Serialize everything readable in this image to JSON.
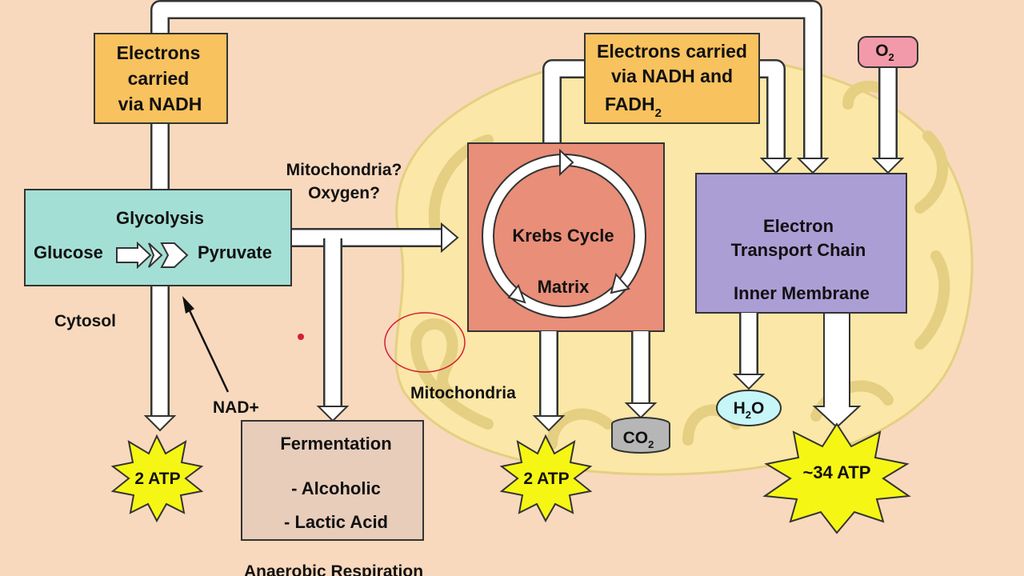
{
  "boxes": {
    "nadh_top": [
      "Electrons",
      "carried",
      "via NADH"
    ],
    "nadh_fadh": {
      "line1": "Electrons carried",
      "line2": "via NADH and",
      "line3_base": "FADH",
      "line3_sub": "2"
    },
    "glycolysis": {
      "title": "Glycolysis",
      "left": "Glucose",
      "right": "Pyruvate"
    },
    "krebs": {
      "title": "Krebs Cycle",
      "sub": "Matrix"
    },
    "etc": {
      "line1": "Electron",
      "line2": "Transport Chain",
      "line3": "Inner Membrane"
    },
    "fermentation": {
      "title": "Fermentation",
      "item1": "- Alcoholic",
      "item2": "- Lactic Acid"
    }
  },
  "labels": {
    "question1": "Mitochondria?",
    "question2": "Oxygen?",
    "cytosol": "Cytosol",
    "nad": "NAD+",
    "mitochondria": "Mitochondria",
    "anaerobic": "Anaerobic Respiration"
  },
  "molecules": {
    "o2": {
      "base": "O",
      "sub": "2"
    },
    "co2": {
      "base": "CO",
      "sub": "2"
    },
    "h2o": {
      "base1": "H",
      "sub": "2",
      "base2": "O"
    }
  },
  "atp": {
    "glycolysis": "2 ATP",
    "krebs": "2 ATP",
    "etc": "~34 ATP"
  },
  "colors": {
    "background": "#f8d9bd",
    "mitochondrion": "#fbe7a7",
    "nadh_box": "#f8c25e",
    "glycolysis_box": "#a4dfd6",
    "krebs_box": "#e98e78",
    "etc_box": "#ab9ed5",
    "fermentation_box": "#e7cdba",
    "atp_star": "#f6f614",
    "o2": "#f39aaa",
    "co2": "#b6b6b6",
    "h2o": "#c6f6f8",
    "annotation": "#d41e33"
  }
}
